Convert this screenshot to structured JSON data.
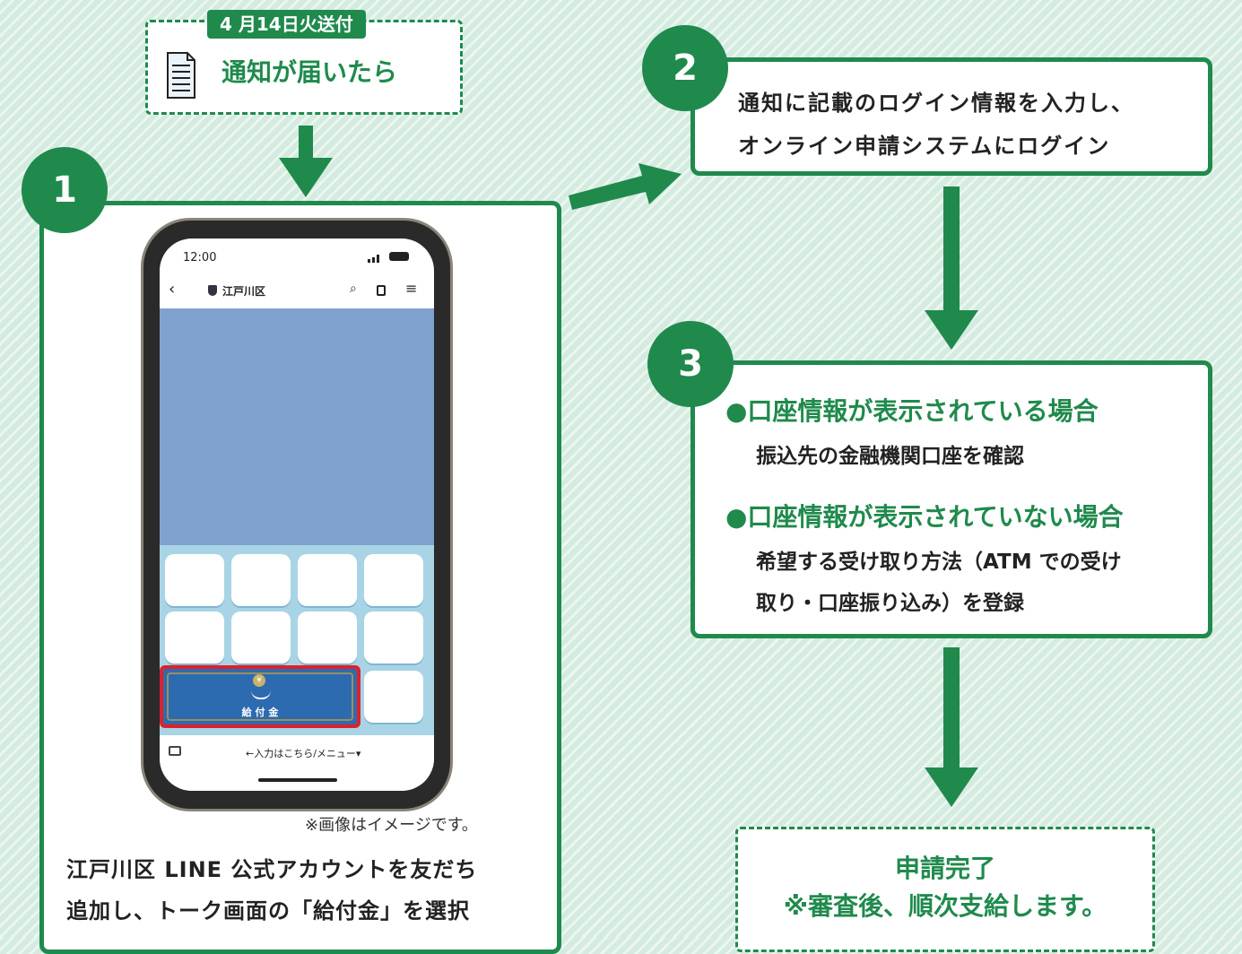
{
  "top": {
    "date_tag": "4 月14日火送付",
    "notice_label": "通知が届いたら"
  },
  "steps": [
    {
      "number": "1",
      "caption_note": "※画像はイメージです。",
      "text_line1": "江戸川区 LINE 公式アカウントを友だち",
      "text_line2": "追加し、トーク画面の「給付金」を選択"
    },
    {
      "number": "2",
      "text_line1": "通知に記載のログイン情報を入力し、",
      "text_line2": "オンライン申請システムにログイン"
    },
    {
      "number": "3",
      "case1_title": "●口座情報が表示されている場合",
      "case1_body": "振込先の金融機関口座を確認",
      "case2_title": "●口座情報が表示されていない場合",
      "case2_body1": "希望する受け取り方法（ATM での受け",
      "case2_body2": "取り・口座振り込み）を登録"
    }
  ],
  "completion": {
    "line1": "申請完了",
    "line2": "※審査後、順次支給します。"
  },
  "phone": {
    "time": "12:00",
    "account_name": "江戸川区",
    "benefit_button": "給 付 金",
    "input_hint": "←入力はこちら/メニュー▾"
  },
  "colors": {
    "accent": "#1f8a4c",
    "background": "#d4ebdf",
    "highlight": "#e0202a"
  },
  "icons": [
    "document-icon",
    "back-chevron-icon",
    "shield-icon",
    "search-icon",
    "list-icon",
    "menu-icon",
    "yen-coin-icon",
    "keyboard-icon",
    "signal-icon",
    "battery-icon"
  ]
}
